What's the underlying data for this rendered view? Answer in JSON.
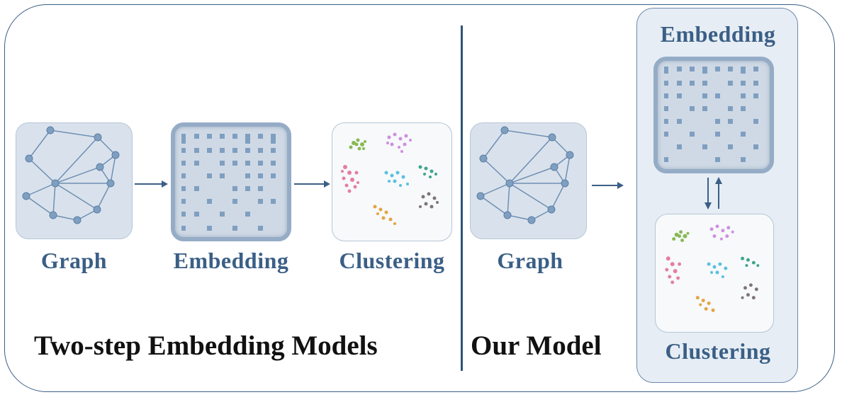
{
  "left_section": {
    "title": "Two-step Embedding Models",
    "steps": {
      "graph_label": "Graph",
      "embedding_label": "Embedding",
      "clustering_label": "Clustering"
    }
  },
  "right_section": {
    "title": "Our Model",
    "graph_label": "Graph",
    "joint_panel": {
      "embedding_label": "Embedding",
      "clustering_label": "Clustering"
    }
  },
  "colors": {
    "frame": "#3b5f86",
    "label_text": "#3b5f86",
    "title_text": "#111111",
    "graph_node": "#7f9fc0",
    "graph_edge": "#6f8fb3",
    "embedding_cell": "#7f9fc0",
    "cluster_colors": [
      "#7cb342",
      "#c77ddb",
      "#e26a8f",
      "#3fb7d8",
      "#2a9d7f",
      "#6b5e5e",
      "#e39b2e"
    ]
  },
  "icons": {
    "arrow": "arrow-right-icon",
    "bidirectional": "bidirectional-arrow-icon"
  }
}
